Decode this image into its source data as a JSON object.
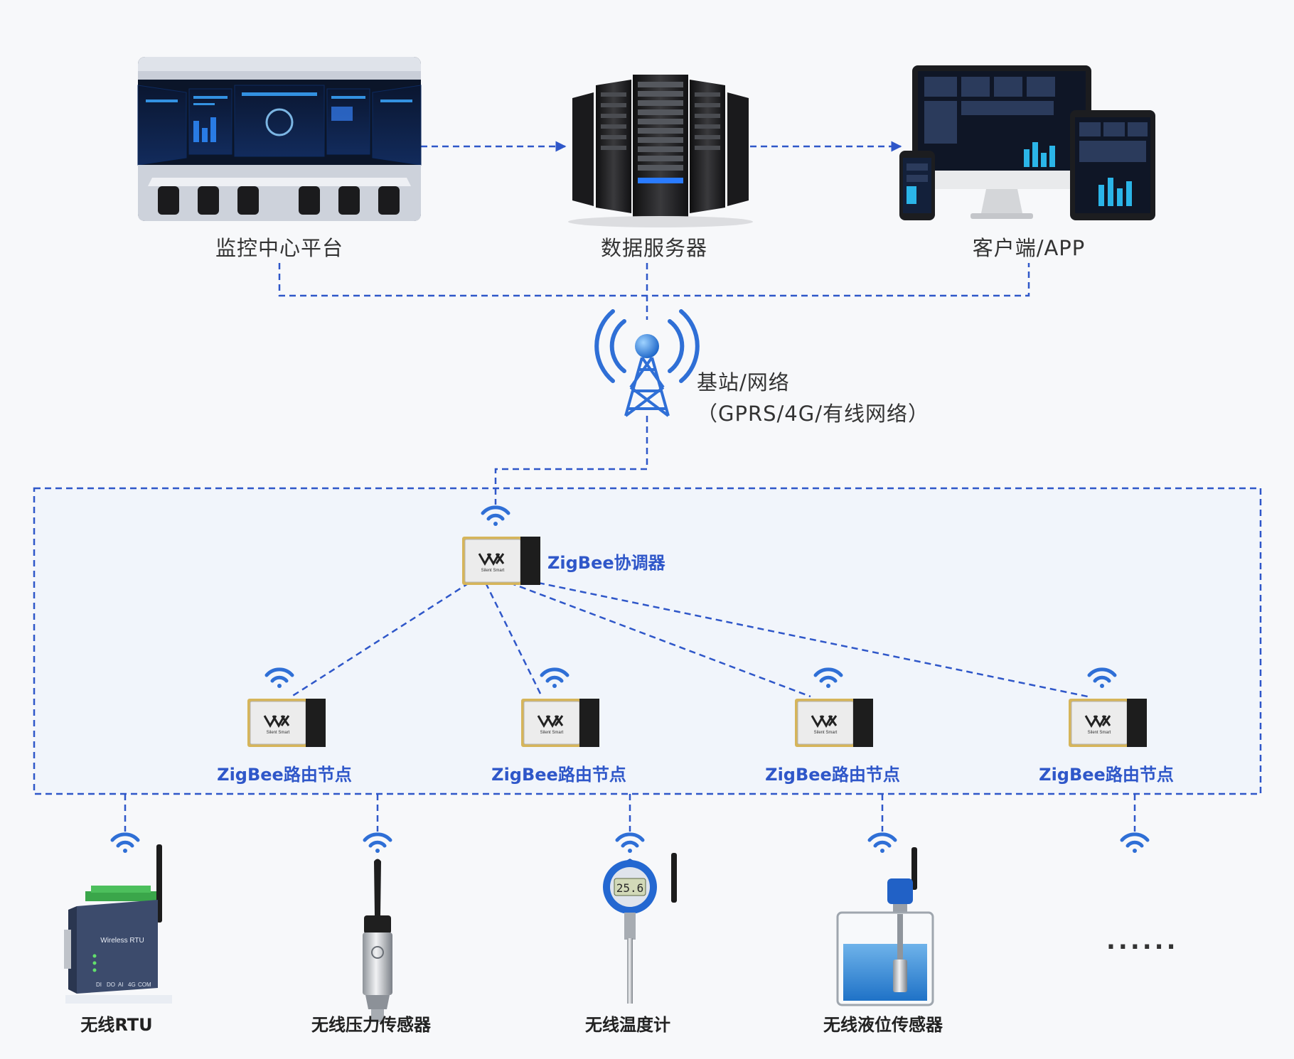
{
  "colors": {
    "accent": "#2f57c9",
    "panel_fill": "#f1f5fb",
    "module_body": "#ececec",
    "module_shield": "#1d1d1d"
  },
  "top_tier": {
    "monitoring_center": {
      "label": "监控中心平台",
      "icon": "control-room-image"
    },
    "data_server": {
      "label": "数据服务器",
      "icon": "server-rack-image"
    },
    "client_app": {
      "label": "客户端/APP",
      "icon": "multi-device-image"
    }
  },
  "base_station": {
    "label_line1": "基站/网络",
    "label_line2": "（GPRS/4G/有线网络）",
    "icon": "signal-tower-icon"
  },
  "zigbee_network": {
    "coordinator": {
      "label": "ZigBee协调器",
      "icon": "zigbee-module-icon"
    },
    "routers": [
      {
        "label": "ZigBee路由节点"
      },
      {
        "label": "ZigBee路由节点"
      },
      {
        "label": "ZigBee路由节点"
      },
      {
        "label": "ZigBee路由节点"
      }
    ]
  },
  "end_devices": [
    {
      "label": "无线RTU",
      "icon": "wireless-rtu-icon",
      "device_text": "Wireless RTU",
      "ports": [
        "DI",
        "DO",
        "AI",
        "4G",
        "COM"
      ]
    },
    {
      "label": "无线压力传感器",
      "icon": "pressure-sensor-icon"
    },
    {
      "label": "无线温度计",
      "icon": "thermometer-icon",
      "display_value": "25.6"
    },
    {
      "label": "无线液位传感器",
      "icon": "level-sensor-icon"
    },
    {
      "label": "......",
      "icon": "ellipsis-icon"
    }
  ],
  "module_brand": "Silent Smart"
}
